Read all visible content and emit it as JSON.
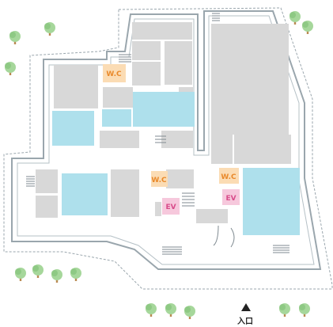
{
  "floor_map": {
    "labels": {
      "wc_north": "W.C",
      "wc_center": "W.C",
      "wc_east": "W.C",
      "ev_center": "EV",
      "ev_east": "EV"
    },
    "entrance_label": "入口"
  },
  "colors": {
    "wall_outline": "#9aa6ad",
    "corridor": "#ffffff",
    "room": "#d8d8d8",
    "pool": "#aee0ec",
    "wc_fill": "#fbdcb4",
    "wc_text": "#e9892a",
    "ev_fill": "#f6c8dc",
    "ev_text": "#d84b8a",
    "tree_light": "#a6d79b",
    "tree_dark": "#7fbf74",
    "trunk": "#b98a52"
  }
}
